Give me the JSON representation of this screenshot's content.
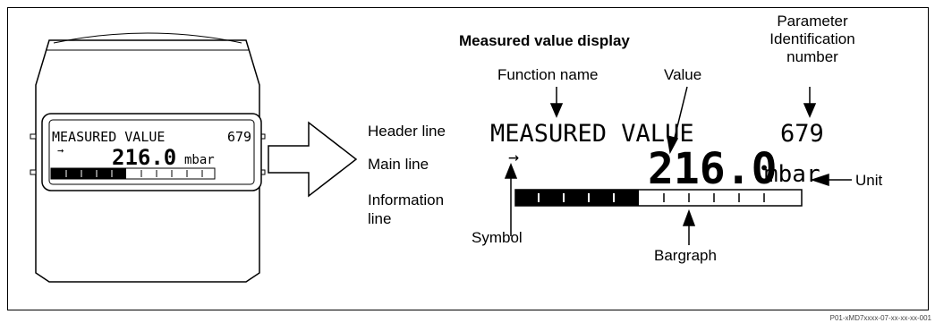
{
  "title": "Measured value display",
  "device_display": {
    "header_text": "MEASURED VALUE",
    "header_id": "679",
    "symbol": "→",
    "value": "216.0",
    "unit": "mbar",
    "bargraph_fill_fraction": 0.4
  },
  "labels": {
    "function_name": "Function name",
    "value": "Value",
    "parameter_id_line1": "Parameter",
    "parameter_id_line2": "Identification",
    "parameter_id_line3": "number",
    "header_line": "Header line",
    "main_line": "Main line",
    "information_line_1": "Information",
    "information_line_2": "line",
    "unit": "Unit",
    "symbol": "Symbol",
    "bargraph": "Bargraph"
  },
  "footnote": "P01-xMD7xxxx-07-xx-xx-xx-001"
}
